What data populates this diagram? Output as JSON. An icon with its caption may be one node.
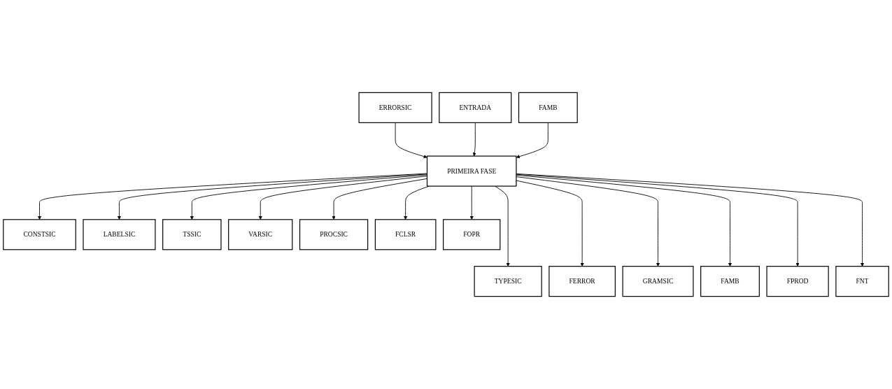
{
  "diagram": {
    "nodes": [
      {
        "text": [
          "ERRORSIC"
        ]
      },
      {
        "text": [
          "ENTRADA"
        ]
      },
      {
        "text": [
          "FAMB"
        ]
      },
      {
        "text": [
          "PRIMEIRA FASE"
        ]
      },
      {
        "text": [
          "CONSTSIC"
        ]
      },
      {
        "text": [
          "LABELSIC"
        ]
      },
      {
        "text": [
          "TSSIC"
        ]
      },
      {
        "text": [
          "VARSIC"
        ]
      },
      {
        "text": [
          "PROCSIC"
        ]
      },
      {
        "text": [
          "FCLSR"
        ]
      },
      {
        "text": [
          "FOPR"
        ]
      },
      {
        "text": [
          "TYPESIC"
        ]
      },
      {
        "text": [
          "FERROR"
        ]
      },
      {
        "text": [
          "GRAMSIC"
        ]
      },
      {
        "text": [
          "FAMB"
        ]
      },
      {
        "text": [
          "FPROD"
        ]
      },
      {
        "text": [
          "FNT"
        ]
      }
    ],
    "edges": [
      {
        "from": 0,
        "to": 3,
        "arrow": "to"
      },
      {
        "from": 1,
        "to": 3,
        "arrow": "to"
      },
      {
        "from": 2,
        "to": 3,
        "arrow": "to"
      },
      {
        "from": 3,
        "to": 4,
        "arrow": "to"
      },
      {
        "from": 3,
        "to": 11,
        "arrow": "to"
      },
      {
        "from": 3,
        "to": 5,
        "arrow": "to"
      },
      {
        "from": 3,
        "to": 12,
        "arrow": "to"
      },
      {
        "from": 3,
        "to": 6,
        "arrow": "to"
      },
      {
        "from": 3,
        "to": 13,
        "arrow": "to"
      },
      {
        "from": 3,
        "to": 7,
        "arrow": "to"
      },
      {
        "from": 3,
        "to": 14,
        "arrow": "to"
      },
      {
        "from": 3,
        "to": 8,
        "arrow": "to"
      },
      {
        "from": 3,
        "to": 15,
        "arrow": "to"
      },
      {
        "from": 3,
        "to": 9,
        "arrow": "to"
      },
      {
        "from": 3,
        "to": 16,
        "arrow": "to"
      },
      {
        "from": 3,
        "to": 10,
        "arrow": "to"
      }
    ]
  }
}
